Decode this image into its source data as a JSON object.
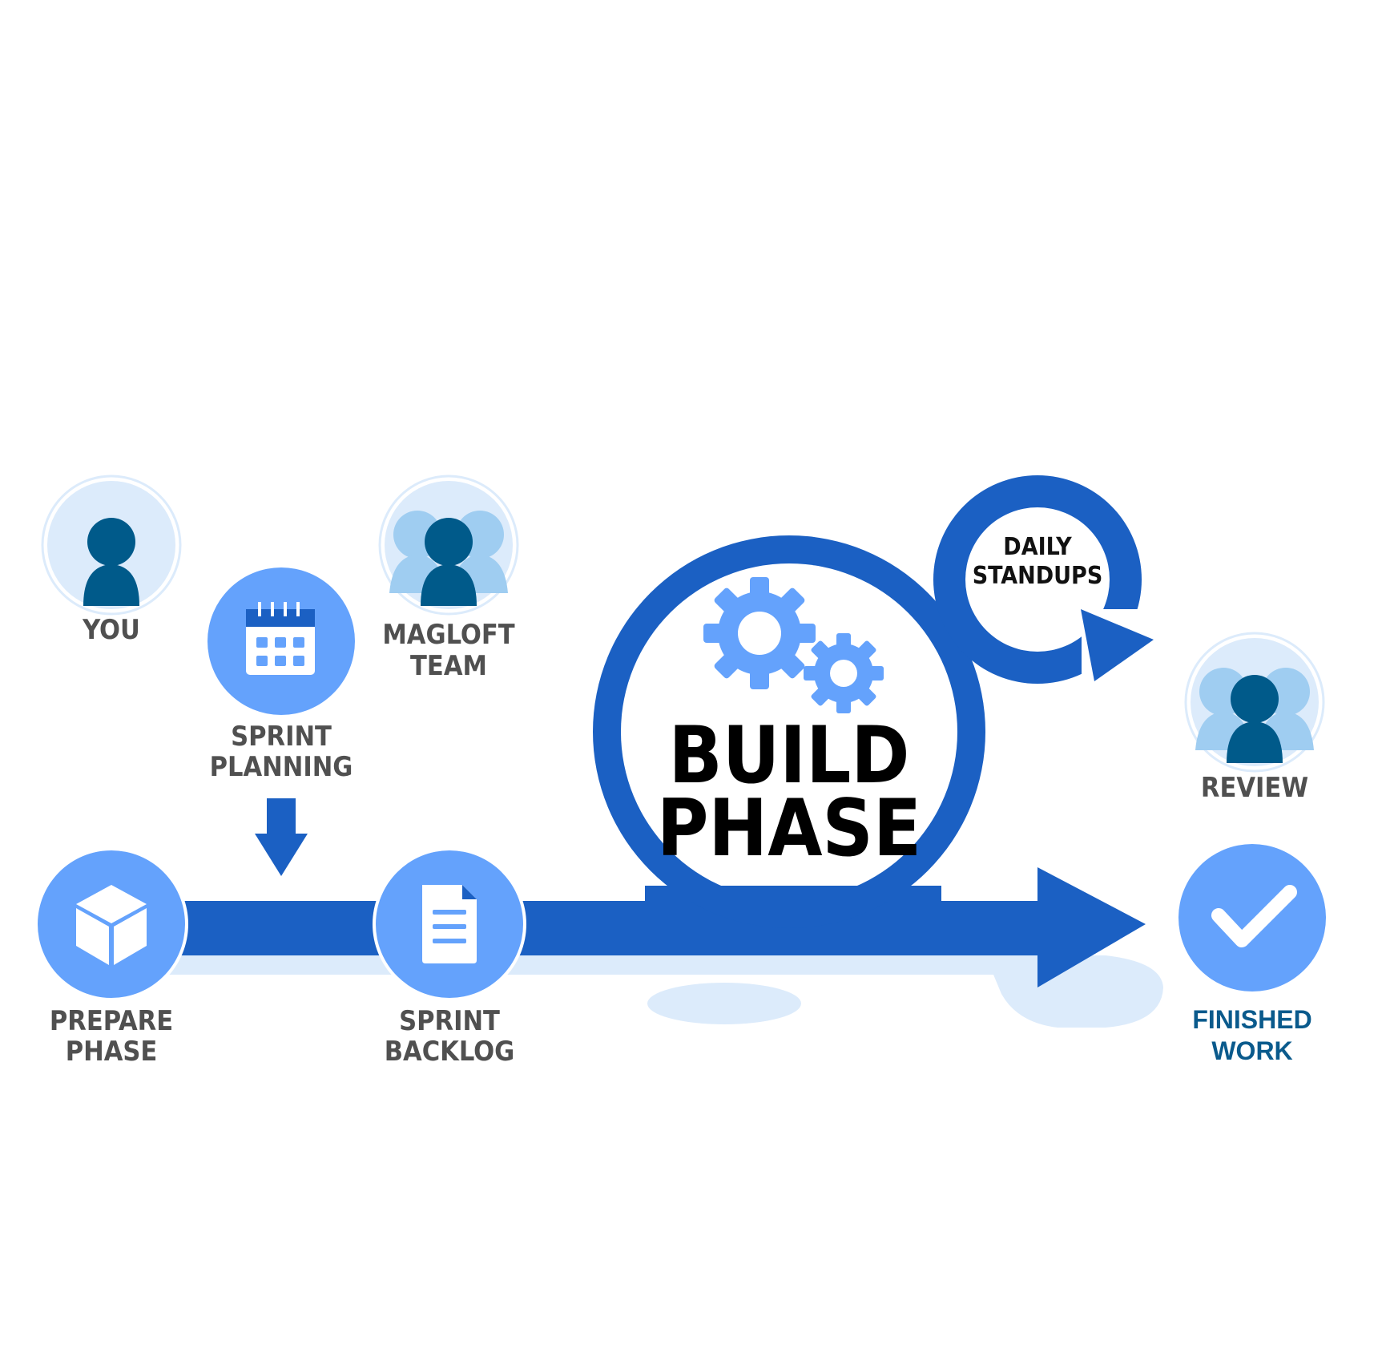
{
  "colors": {
    "primary": "#1b60c3",
    "light_blue": "#64a2fc",
    "pale_blue": "#dcebfb",
    "sky_blue": "#9fcdf1",
    "navy": "#005a8a",
    "label_gray": "#505050",
    "finished_text": "#0a5a8c"
  },
  "labels": {
    "you": "YOU",
    "magloft_team": [
      "MAGLOFT",
      "TEAM"
    ],
    "sprint_planning": [
      "SPRINT",
      "PLANNING"
    ],
    "build_phase": [
      "BUILD",
      "PHASE"
    ],
    "daily_standups": [
      "DAILY",
      "STANDUPS"
    ],
    "review": "REVIEW",
    "prepare_phase": [
      "PREPARE",
      "PHASE"
    ],
    "sprint_backlog": [
      "SPRINT",
      "BACKLOG"
    ],
    "finished_work": [
      "FINISHED",
      "WORK"
    ]
  },
  "icons": {
    "you": "person-icon",
    "magloft_team": "team-icon",
    "review": "team-icon",
    "sprint_planning": "calendar-icon",
    "prepare_phase": "cube-icon",
    "sprint_backlog": "document-icon",
    "finished_work": "checkmark-icon",
    "build_phase": "gears-icon"
  }
}
